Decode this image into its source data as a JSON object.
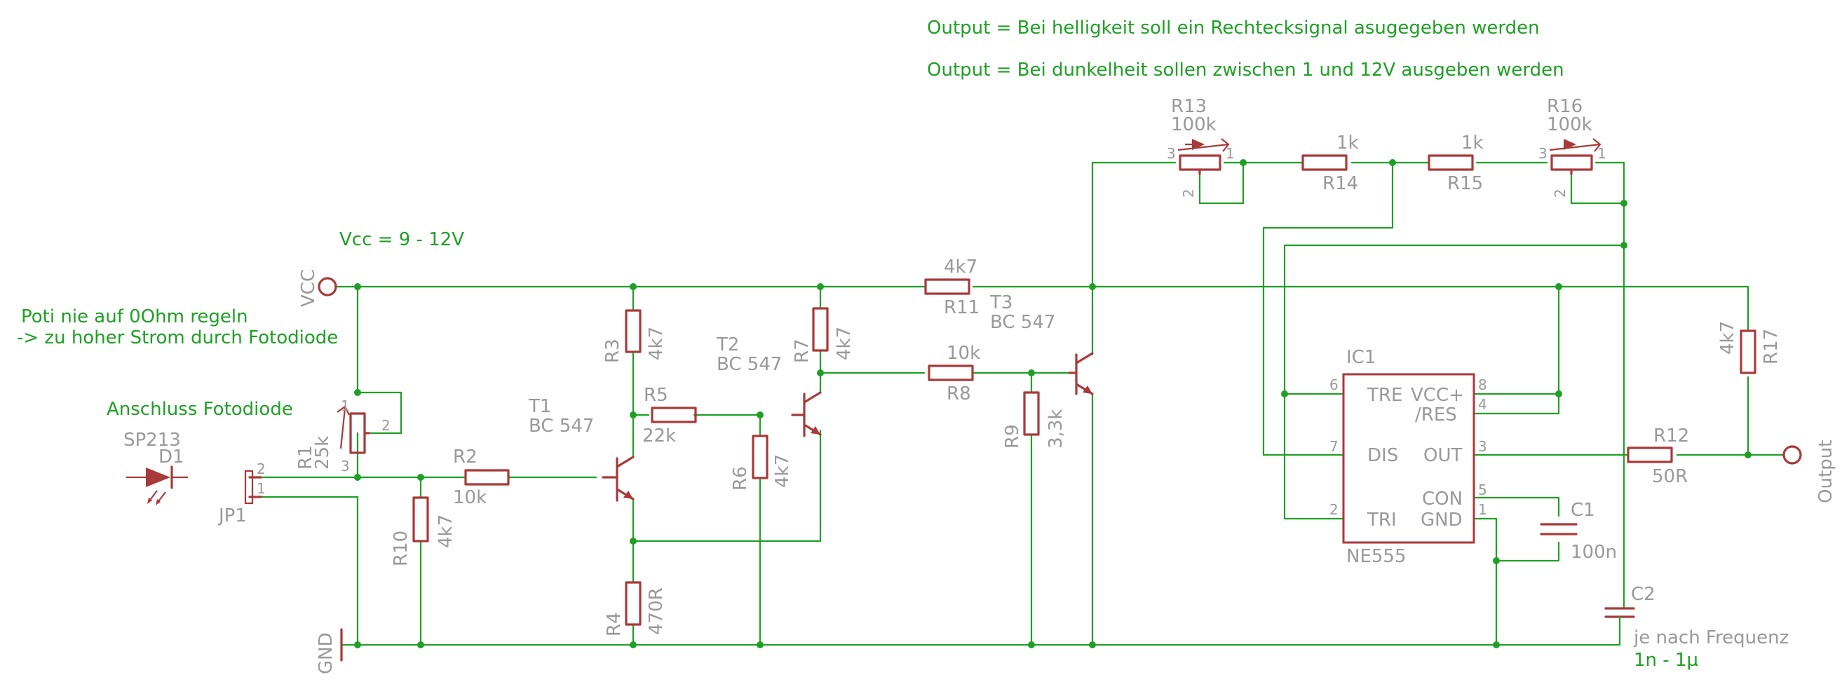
{
  "notes": {
    "output_bright": "Output = Bei helligkeit soll ein Rechtecksignal asugegeben werden",
    "output_dark": "Output = Bei dunkelheit sollen zwischen 1 und 12V ausgeben werden",
    "vcc_range": "Vcc = 9 -  12V",
    "poti_warning_1": "Poti nie auf 0Ohm regeln",
    "poti_warning_2": "-> zu hoher Strom durch Fotodiode",
    "photodiode_connection": "Anschluss Fotodiode",
    "c2_note_1": "je nach Frequenz",
    "c2_note_2": "1n - 1µ"
  },
  "supplies": {
    "vcc": "VCC",
    "gnd": "GND",
    "output": "Output"
  },
  "parts": {
    "d1": {
      "name": "D1",
      "value": "SP213"
    },
    "jp1": {
      "name": "JP1",
      "pin1": "1",
      "pin2": "2"
    },
    "r1": {
      "name": "R1",
      "value": "25k",
      "pin1": "1",
      "pin2": "2",
      "pin3": "3"
    },
    "r2": {
      "name": "R2",
      "value": "10k"
    },
    "r3": {
      "name": "R3",
      "value": "4k7"
    },
    "r4": {
      "name": "R4",
      "value": "470R"
    },
    "r5": {
      "name": "R5",
      "value": "22k"
    },
    "r6": {
      "name": "R6",
      "value": "4k7"
    },
    "r7": {
      "name": "R7",
      "value": "4k7"
    },
    "r8": {
      "name": "R8",
      "value": "10k"
    },
    "r9": {
      "name": "R9",
      "value": "3,3k"
    },
    "r10": {
      "name": "R10",
      "value": "4k7"
    },
    "r11": {
      "name": "R11",
      "value": "4k7"
    },
    "r12": {
      "name": "R12",
      "value": "50R"
    },
    "r13": {
      "name": "R13",
      "value": "100k",
      "pin1": "1",
      "pin2": "2",
      "pin3": "3"
    },
    "r14": {
      "name": "R14",
      "value": "1k"
    },
    "r15": {
      "name": "R15",
      "value": "1k"
    },
    "r16": {
      "name": "R16",
      "value": "100k",
      "pin1": "1",
      "pin2": "2",
      "pin3": "3"
    },
    "r17": {
      "name": "R17",
      "value": "4k7"
    },
    "t1": {
      "name": "T1",
      "value": "BC 547"
    },
    "t2": {
      "name": "T2",
      "value": "BC 547"
    },
    "t3": {
      "name": "T3",
      "value": "BC 547"
    },
    "c1": {
      "name": "C1",
      "value": "100n"
    },
    "c2": {
      "name": "C2"
    },
    "ic1": {
      "name": "IC1",
      "value": "NE555",
      "pins": {
        "tre": "TRE",
        "dis": "DIS",
        "tri": "TRI",
        "vcc": "VCC+",
        "res": "/RES",
        "out": "OUT",
        "con": "CON",
        "gnd": "GND",
        "n6": "6",
        "n7": "7",
        "n2": "2",
        "n8": "8",
        "n4": "4",
        "n3": "3",
        "n5": "5",
        "n1": "1"
      }
    }
  }
}
